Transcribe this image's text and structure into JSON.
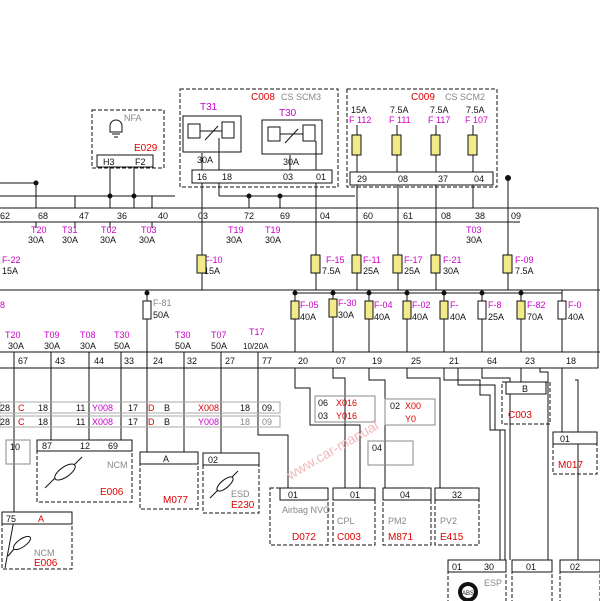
{
  "colors": {
    "magenta": "#cc00cc",
    "red": "#dd0000",
    "fuse_fill": "#f3ea8a",
    "ink": "#111111",
    "grey": "#888888"
  },
  "top_relay_box": {
    "code": "C008",
    "label": "CS SCM3",
    "relays": [
      {
        "name": "T31",
        "rating": "30A"
      },
      {
        "name": "T30",
        "rating": "30A"
      }
    ],
    "pins": [
      "16",
      "18",
      "03",
      "01"
    ]
  },
  "top_fuse_box": {
    "code": "C009",
    "label": "CS SCM2",
    "fuses": [
      {
        "rating": "15A",
        "name": "F 112",
        "pin": "29"
      },
      {
        "rating": "7.5A",
        "name": "F 111",
        "pin": "08"
      },
      {
        "rating": "7.5A",
        "name": "F 117",
        "pin": "37"
      },
      {
        "rating": "7.5A",
        "name": "F 107",
        "pin": "04"
      }
    ]
  },
  "nfa_box": {
    "label": "NFA",
    "code": "E029",
    "pins": [
      "H3",
      "F2"
    ]
  },
  "module_pins": [
    "62",
    "68",
    "47",
    "36",
    "40",
    "03",
    "72",
    "69",
    "04",
    "60",
    "61",
    "08",
    "38",
    "09"
  ],
  "row1_fuses": [
    {
      "name": "T20",
      "rating": "30A"
    },
    {
      "name": "T31",
      "rating": "30A"
    },
    {
      "name": "T02",
      "rating": "30A"
    },
    {
      "name": "T03",
      "rating": "30A"
    },
    {
      "name": "T19",
      "rating": "30A"
    },
    {
      "name": "T19",
      "rating": "30A"
    },
    {
      "name": "T03",
      "rating": "30A"
    },
    {
      "name": "F-22",
      "rating": "15A"
    },
    {
      "name": "F-10",
      "rating": "15A"
    },
    {
      "name": "F-15",
      "rating": "7.5A"
    },
    {
      "name": "F-11",
      "rating": "25A"
    },
    {
      "name": "F-17",
      "rating": "25A"
    },
    {
      "name": "F-21",
      "rating": "30A"
    },
    {
      "name": "F-09",
      "rating": "7.5A"
    }
  ],
  "row2_fuses": [
    {
      "name": "8",
      "rating": ""
    },
    {
      "name": "F-81",
      "rating": "50A"
    },
    {
      "name": "F-05",
      "rating": "40A"
    },
    {
      "name": "F-30",
      "rating": "30A"
    },
    {
      "name": "F-04",
      "rating": "40A"
    },
    {
      "name": "F-02",
      "rating": "40A"
    },
    {
      "name": "F-",
      "rating": "40A"
    },
    {
      "name": "F-8",
      "rating": "25A"
    },
    {
      "name": "F-82",
      "rating": "70A"
    },
    {
      "name": "F-0",
      "rating": "40A"
    }
  ],
  "row3_labels": [
    {
      "name": "T20",
      "rating": "30A"
    },
    {
      "name": "T09",
      "rating": "30A"
    },
    {
      "name": "T08",
      "rating": "30A"
    },
    {
      "name": "T30",
      "rating": "50A"
    },
    {
      "name": "T30",
      "rating": "50A"
    },
    {
      "name": "T07",
      "rating": "50A"
    },
    {
      "name": "T17",
      "rating": "10/20A"
    }
  ],
  "bottom_pins": [
    "67",
    "43",
    "44",
    "33",
    "24",
    "32",
    "27",
    "77",
    "20",
    "07",
    "19",
    "25",
    "21",
    "64",
    "23",
    "18"
  ],
  "connectors": [
    {
      "left": "28",
      "mid": "C",
      "pin": "18",
      "right": "11",
      "code": "Y008",
      "pin2": "17",
      "c2": "D",
      "c3": "B",
      "code2": "X008",
      "pin3": "18",
      "pin4": "09."
    },
    {
      "left": "28",
      "mid": "C",
      "pin": "18",
      "right": "11",
      "code": "X008",
      "pin2": "17",
      "c2": "D",
      "c3": "B",
      "code2": "Y008",
      "pin3": "18",
      "pin4": "09"
    }
  ],
  "conn_codes": {
    "x016": "X016",
    "y016": "Y016",
    "x00": "X00",
    "y00": "Y0",
    "n06": "06",
    "n03": "03",
    "n02": "02",
    "n04": "04"
  },
  "components": {
    "ncm_top": {
      "label": "NCM",
      "code": "E006",
      "pins": [
        "87",
        "12",
        "69"
      ],
      "side": "10"
    },
    "ncm_bottom": {
      "label": "NCM",
      "code": "E006",
      "pin": "75",
      "letter": "A"
    },
    "m077": {
      "code": "M077",
      "pin": "A"
    },
    "esd": {
      "label": "ESD",
      "code": "E230",
      "pin": "02"
    },
    "airbag": {
      "label": "Airbag NVO",
      "code": "D072",
      "pin": "01"
    },
    "cpl": {
      "label": "CPL",
      "code": "C003",
      "pin": "01"
    },
    "pm2": {
      "label": "PM2",
      "code": "M871",
      "pin": "04"
    },
    "pv2": {
      "label": "PV2",
      "code": "E415",
      "pin": "32"
    },
    "c003": {
      "code": "C003",
      "pin": "B"
    },
    "m017": {
      "code": "M017",
      "pin": "01"
    },
    "esp": {
      "label": "ESP",
      "pins": [
        "01",
        "30"
      ]
    },
    "p01": {
      "pin": "01"
    },
    "p02": {
      "pin": "02"
    }
  },
  "watermark": "www.car-manual"
}
